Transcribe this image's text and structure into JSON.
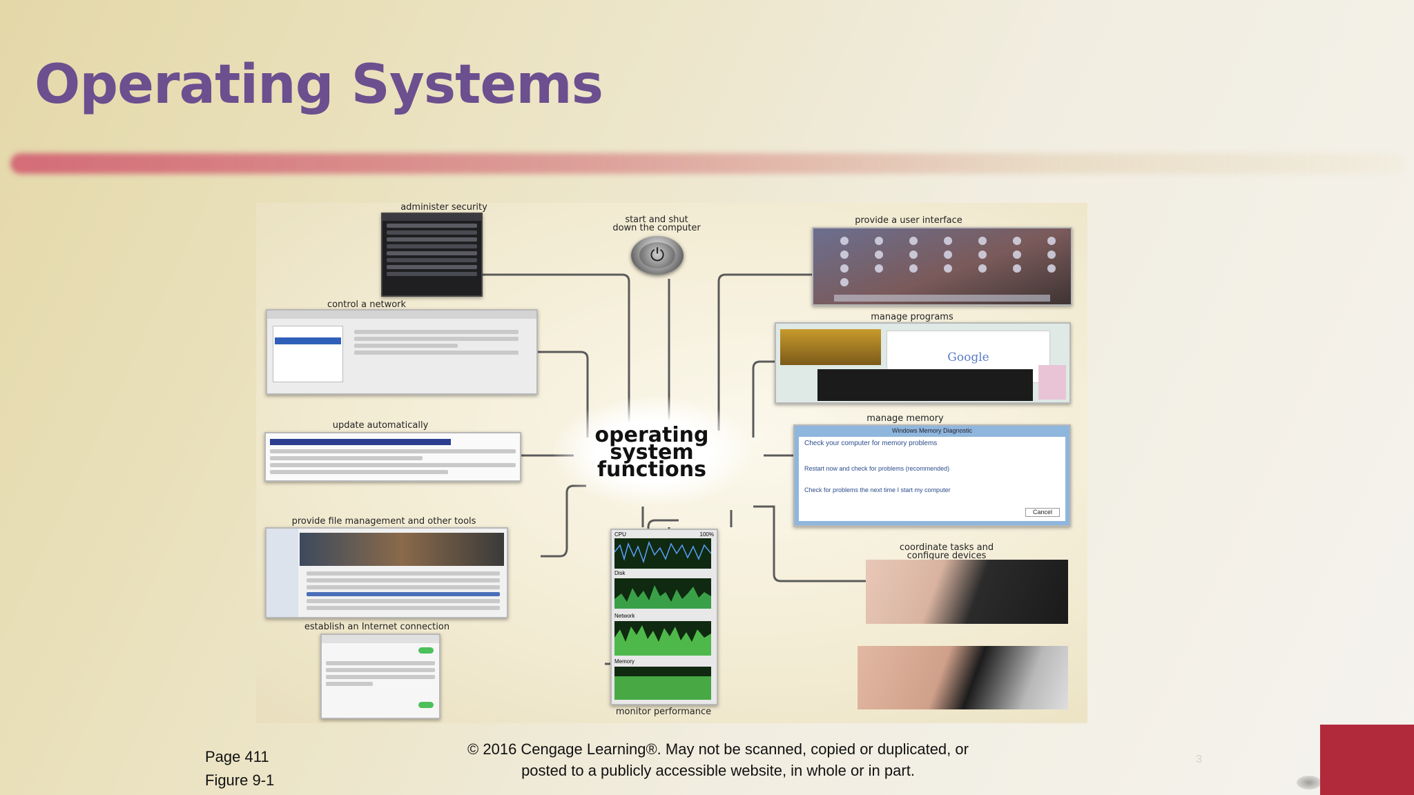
{
  "slide": {
    "title": "Operating Systems",
    "page_ref": "Page 411",
    "figure_ref": "Figure 9-1",
    "copyright_line1": "© 2016 Cengage Learning®. May not be scanned, copied or duplicated, or",
    "copyright_line2": "posted to a publicly accessible website, in whole or in part.",
    "slide_number": "3"
  },
  "figure": {
    "center_line1": "operating",
    "center_line2": "system",
    "center_line3": "functions",
    "labels": {
      "administer_security": "administer security",
      "start_shut_1": "start and shut",
      "start_shut_2": "down the computer",
      "provide_ui": "provide a user interface",
      "control_network": "control a network",
      "manage_programs": "manage programs",
      "update_automatically": "update automatically",
      "manage_memory": "manage memory",
      "file_management": "provide file management and other tools",
      "coordinate_1": "coordinate tasks and",
      "coordinate_2": "configure devices",
      "internet": "establish an Internet connection",
      "monitor_performance": "monitor performance"
    },
    "screens": {
      "memory_window_title": "Windows Memory Diagnostic",
      "memory_heading": "Check your computer for memory problems",
      "memory_option1": "Restart now and check for problems (recommended)",
      "memory_option2": "Check for problems the next time I start my computer",
      "memory_cancel": "Cancel",
      "google_logo": "Google",
      "perf_cpu": "CPU",
      "perf_cpu_pct": "100%",
      "perf_disk": "Disk",
      "perf_network": "Network",
      "perf_memory": "Memory"
    }
  },
  "colors": {
    "title": "#6b4f8e",
    "accent_red": "#b12a3c",
    "wire": "#555555"
  }
}
